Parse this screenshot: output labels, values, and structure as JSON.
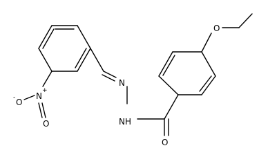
{
  "structure": {
    "kind": "chemical-structure",
    "atom_labels": {
      "ethoxy_o": "O",
      "nitro_n": "N",
      "nitro_n_charge": "+",
      "nitro_o_minus": "O",
      "nitro_o_minus_charge": "-",
      "nitro_o_double": "O",
      "hydrazone_n": "N",
      "amide_nh": "NH",
      "carbonyl_o": "O"
    },
    "colors": {
      "bond": "#000000",
      "label": "#000000",
      "background": "#ffffff"
    }
  }
}
